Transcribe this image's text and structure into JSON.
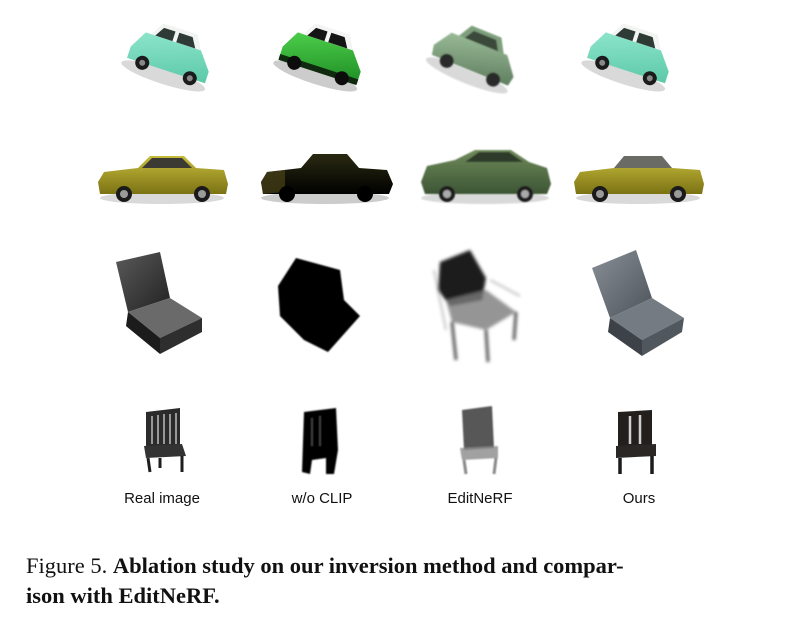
{
  "figure": {
    "columns": [
      "Real image",
      "w/o CLIP",
      "EditNeRF",
      "Ours"
    ],
    "rows": [
      {
        "subject": "mini-car",
        "cells": [
          "teal-mini-car-icon",
          "green-mini-car-icon",
          "green-blurred-car-icon",
          "teal-mini-car-icon"
        ]
      },
      {
        "subject": "muscle-car",
        "cells": [
          "olive-muscle-car-icon",
          "black-muscle-car-icon",
          "green-sedan-car-icon",
          "olive-muscle-car-icon"
        ]
      },
      {
        "subject": "armchair",
        "cells": [
          "gray-chair-icon",
          "black-blob-chair-icon",
          "noisy-chair-icon",
          "gray-chair-icon"
        ]
      },
      {
        "subject": "wooden-chair",
        "cells": [
          "spindle-chair-icon",
          "black-blob-chair-icon",
          "faded-chair-icon",
          "spindle-chair-icon"
        ]
      }
    ],
    "caption": {
      "label": "Figure 5.",
      "line1_bold": "Ablation study on our inversion method and compar-",
      "line2_bold": "ison with EditNeRF."
    }
  }
}
